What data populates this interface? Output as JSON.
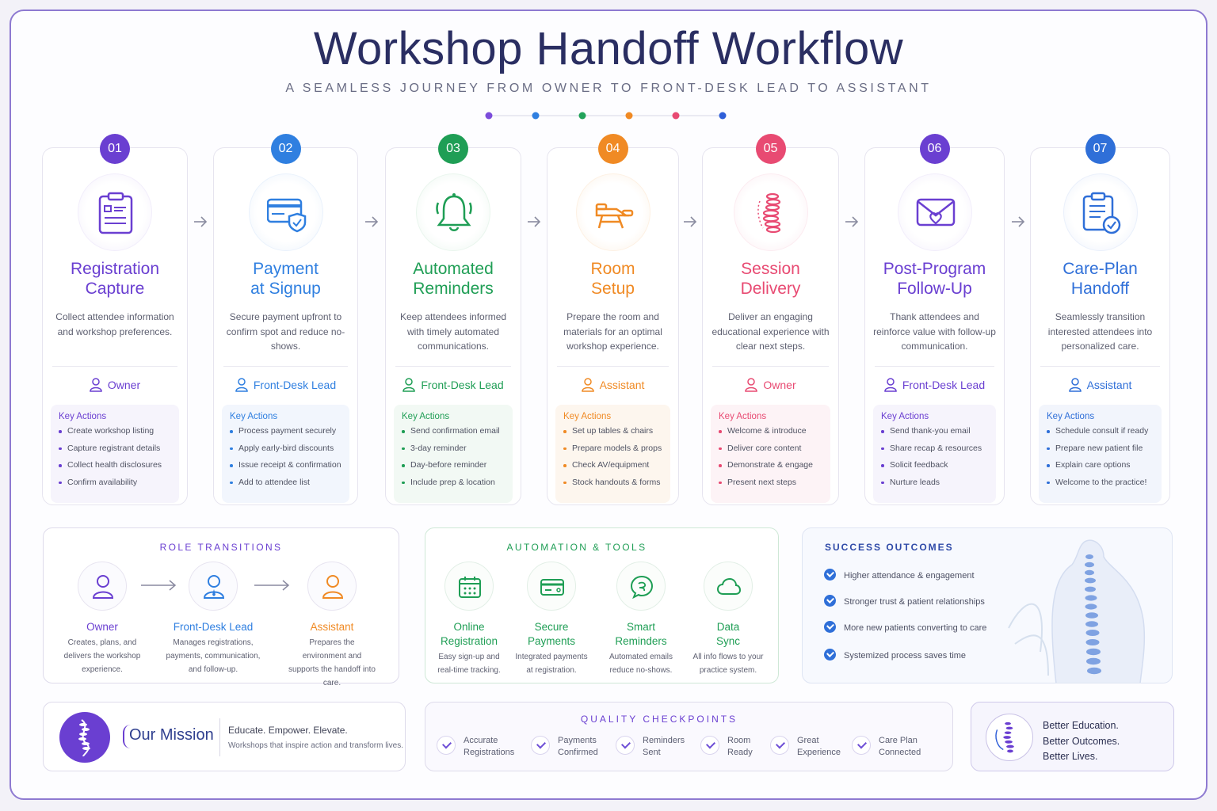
{
  "header": {
    "title": "Workshop Handoff Workflow",
    "subtitle": "A SEAMLESS JOURNEY FROM OWNER TO FRONT-DESK LEAD TO ASSISTANT",
    "dot_colors": [
      "#7c4ddb",
      "#2f7fe0",
      "#22a35a",
      "#f08a24",
      "#e84a72",
      "#2f5fd8"
    ]
  },
  "steps": [
    {
      "num": "01",
      "title1": "Registration",
      "title2": "Capture",
      "color": "#6a3fd1",
      "icon": "clipboard-icon",
      "desc": "Collect attendee information and workshop preferences.",
      "role": "Owner",
      "actions_title": "Key Actions",
      "actions": [
        "Create workshop listing",
        "Capture registrant details",
        "Collect health disclosures",
        "Confirm availability"
      ]
    },
    {
      "num": "02",
      "title1": "Payment",
      "title2": "at Signup",
      "color": "#2f7fe0",
      "icon": "credit-card-shield-icon",
      "desc": "Secure payment upfront to confirm spot and reduce no-shows.",
      "role": "Front-Desk Lead",
      "actions_title": "Key Actions",
      "actions": [
        "Process payment securely",
        "Apply early-bird discounts",
        "Issue receipt & confirmation",
        "Add to attendee list"
      ]
    },
    {
      "num": "03",
      "title1": "Automated",
      "title2": "Reminders",
      "color": "#1f9e55",
      "icon": "bell-icon",
      "desc": "Keep attendees informed with timely automated communications.",
      "role": "Front-Desk Lead",
      "actions_title": "Key Actions",
      "actions": [
        "Send confirmation email",
        "3-day reminder",
        "Day-before reminder",
        "Include prep & location"
      ]
    },
    {
      "num": "04",
      "title1": "Room",
      "title2": "Setup",
      "color": "#f08a24",
      "icon": "treatment-table-icon",
      "desc": "Prepare the room and materials for an optimal workshop experience.",
      "role": "Assistant",
      "actions_title": "Key Actions",
      "actions": [
        "Set up tables & chairs",
        "Prepare models & props",
        "Check AV/equipment",
        "Stock handouts & forms"
      ]
    },
    {
      "num": "05",
      "title1": "Session",
      "title2": "Delivery",
      "color": "#e84a72",
      "icon": "spine-icon",
      "desc": "Deliver an engaging educational experience with clear next steps.",
      "role": "Owner",
      "actions_title": "Key Actions",
      "actions": [
        "Welcome & introduce",
        "Deliver core content",
        "Demonstrate & engage",
        "Present next steps"
      ]
    },
    {
      "num": "06",
      "title1": "Post-Program",
      "title2": "Follow-Up",
      "color": "#6a3fd1",
      "icon": "envelope-heart-icon",
      "desc": "Thank attendees and reinforce value with follow-up communication.",
      "role": "Front-Desk Lead",
      "actions_title": "Key Actions",
      "actions": [
        "Send thank-you email",
        "Share recap & resources",
        "Solicit feedback",
        "Nurture leads"
      ]
    },
    {
      "num": "07",
      "title1": "Care-Plan",
      "title2": "Handoff",
      "color": "#2f6fd8",
      "icon": "clipboard-check-icon",
      "desc": "Seamlessly transition interested attendees into personalized care.",
      "role": "Assistant",
      "actions_title": "Key Actions",
      "actions": [
        "Schedule consult if ready",
        "Prepare new patient file",
        "Explain care options",
        "Welcome to the practice!"
      ]
    }
  ],
  "role_transitions": {
    "title": "ROLE TRANSITIONS",
    "roles": [
      {
        "name": "Owner",
        "desc": "Creates, plans, and delivers the workshop experience.",
        "color": "#6a3fd1"
      },
      {
        "name": "Front-Desk Lead",
        "desc": "Manages registrations, payments, communication, and follow-up.",
        "color": "#2f7fe0"
      },
      {
        "name": "Assistant",
        "desc": "Prepares the environment and supports the handoff into care.",
        "color": "#f08a24"
      }
    ]
  },
  "automation": {
    "title": "AUTOMATION & TOOLS",
    "tools": [
      {
        "name1": "Online",
        "name2": "Registration",
        "desc": "Easy sign-up and real-time tracking.",
        "icon": "calendar-icon"
      },
      {
        "name1": "Secure",
        "name2": "Payments",
        "desc": "Integrated payments at registration.",
        "icon": "card-icon"
      },
      {
        "name1": "Smart",
        "name2": "Reminders",
        "desc": "Automated emails reduce no-shows.",
        "icon": "chat-icon"
      },
      {
        "name1": "Data",
        "name2": "Sync",
        "desc": "All info flows to your practice system.",
        "icon": "cloud-icon"
      }
    ]
  },
  "outcomes": {
    "title": "SUCCESS OUTCOMES",
    "items": [
      "Higher attendance & engagement",
      "Stronger trust & patient relationships",
      "More new patients converting to care",
      "Systemized process saves time"
    ]
  },
  "mission": {
    "title": "Our Mission",
    "tagline": "Educate. Empower. Elevate.",
    "desc": "Workshops that inspire action and transform lives."
  },
  "quality": {
    "title": "QUALITY CHECKPOINTS",
    "items": [
      {
        "l1": "Accurate",
        "l2": "Registrations"
      },
      {
        "l1": "Payments",
        "l2": "Confirmed"
      },
      {
        "l1": "Reminders",
        "l2": "Sent"
      },
      {
        "l1": "Room",
        "l2": "Ready"
      },
      {
        "l1": "Great",
        "l2": "Experience"
      },
      {
        "l1": "Care Plan",
        "l2": "Connected"
      }
    ]
  },
  "better": {
    "l1": "Better Education.",
    "l2": "Better Outcomes.",
    "l3": "Better Lives."
  }
}
